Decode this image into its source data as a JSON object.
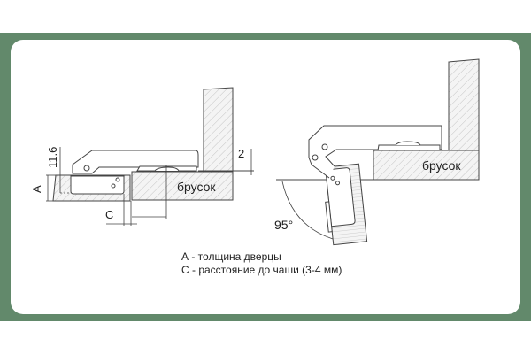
{
  "left_diagram": {
    "block_label": "брусок",
    "dim_cup_height": "11.6",
    "dim_door": "A",
    "dim_cup_distance": "C",
    "dim_gap": "2"
  },
  "right_diagram": {
    "block_label": "брусок",
    "angle": "95°"
  },
  "legend": {
    "line_a": "А - толщина дверцы",
    "line_c": "С - расстояние до чаши (3-4 мм)"
  },
  "colors": {
    "frame": "#62896b",
    "line": "#444444",
    "hatch": "#bbbbbb"
  }
}
